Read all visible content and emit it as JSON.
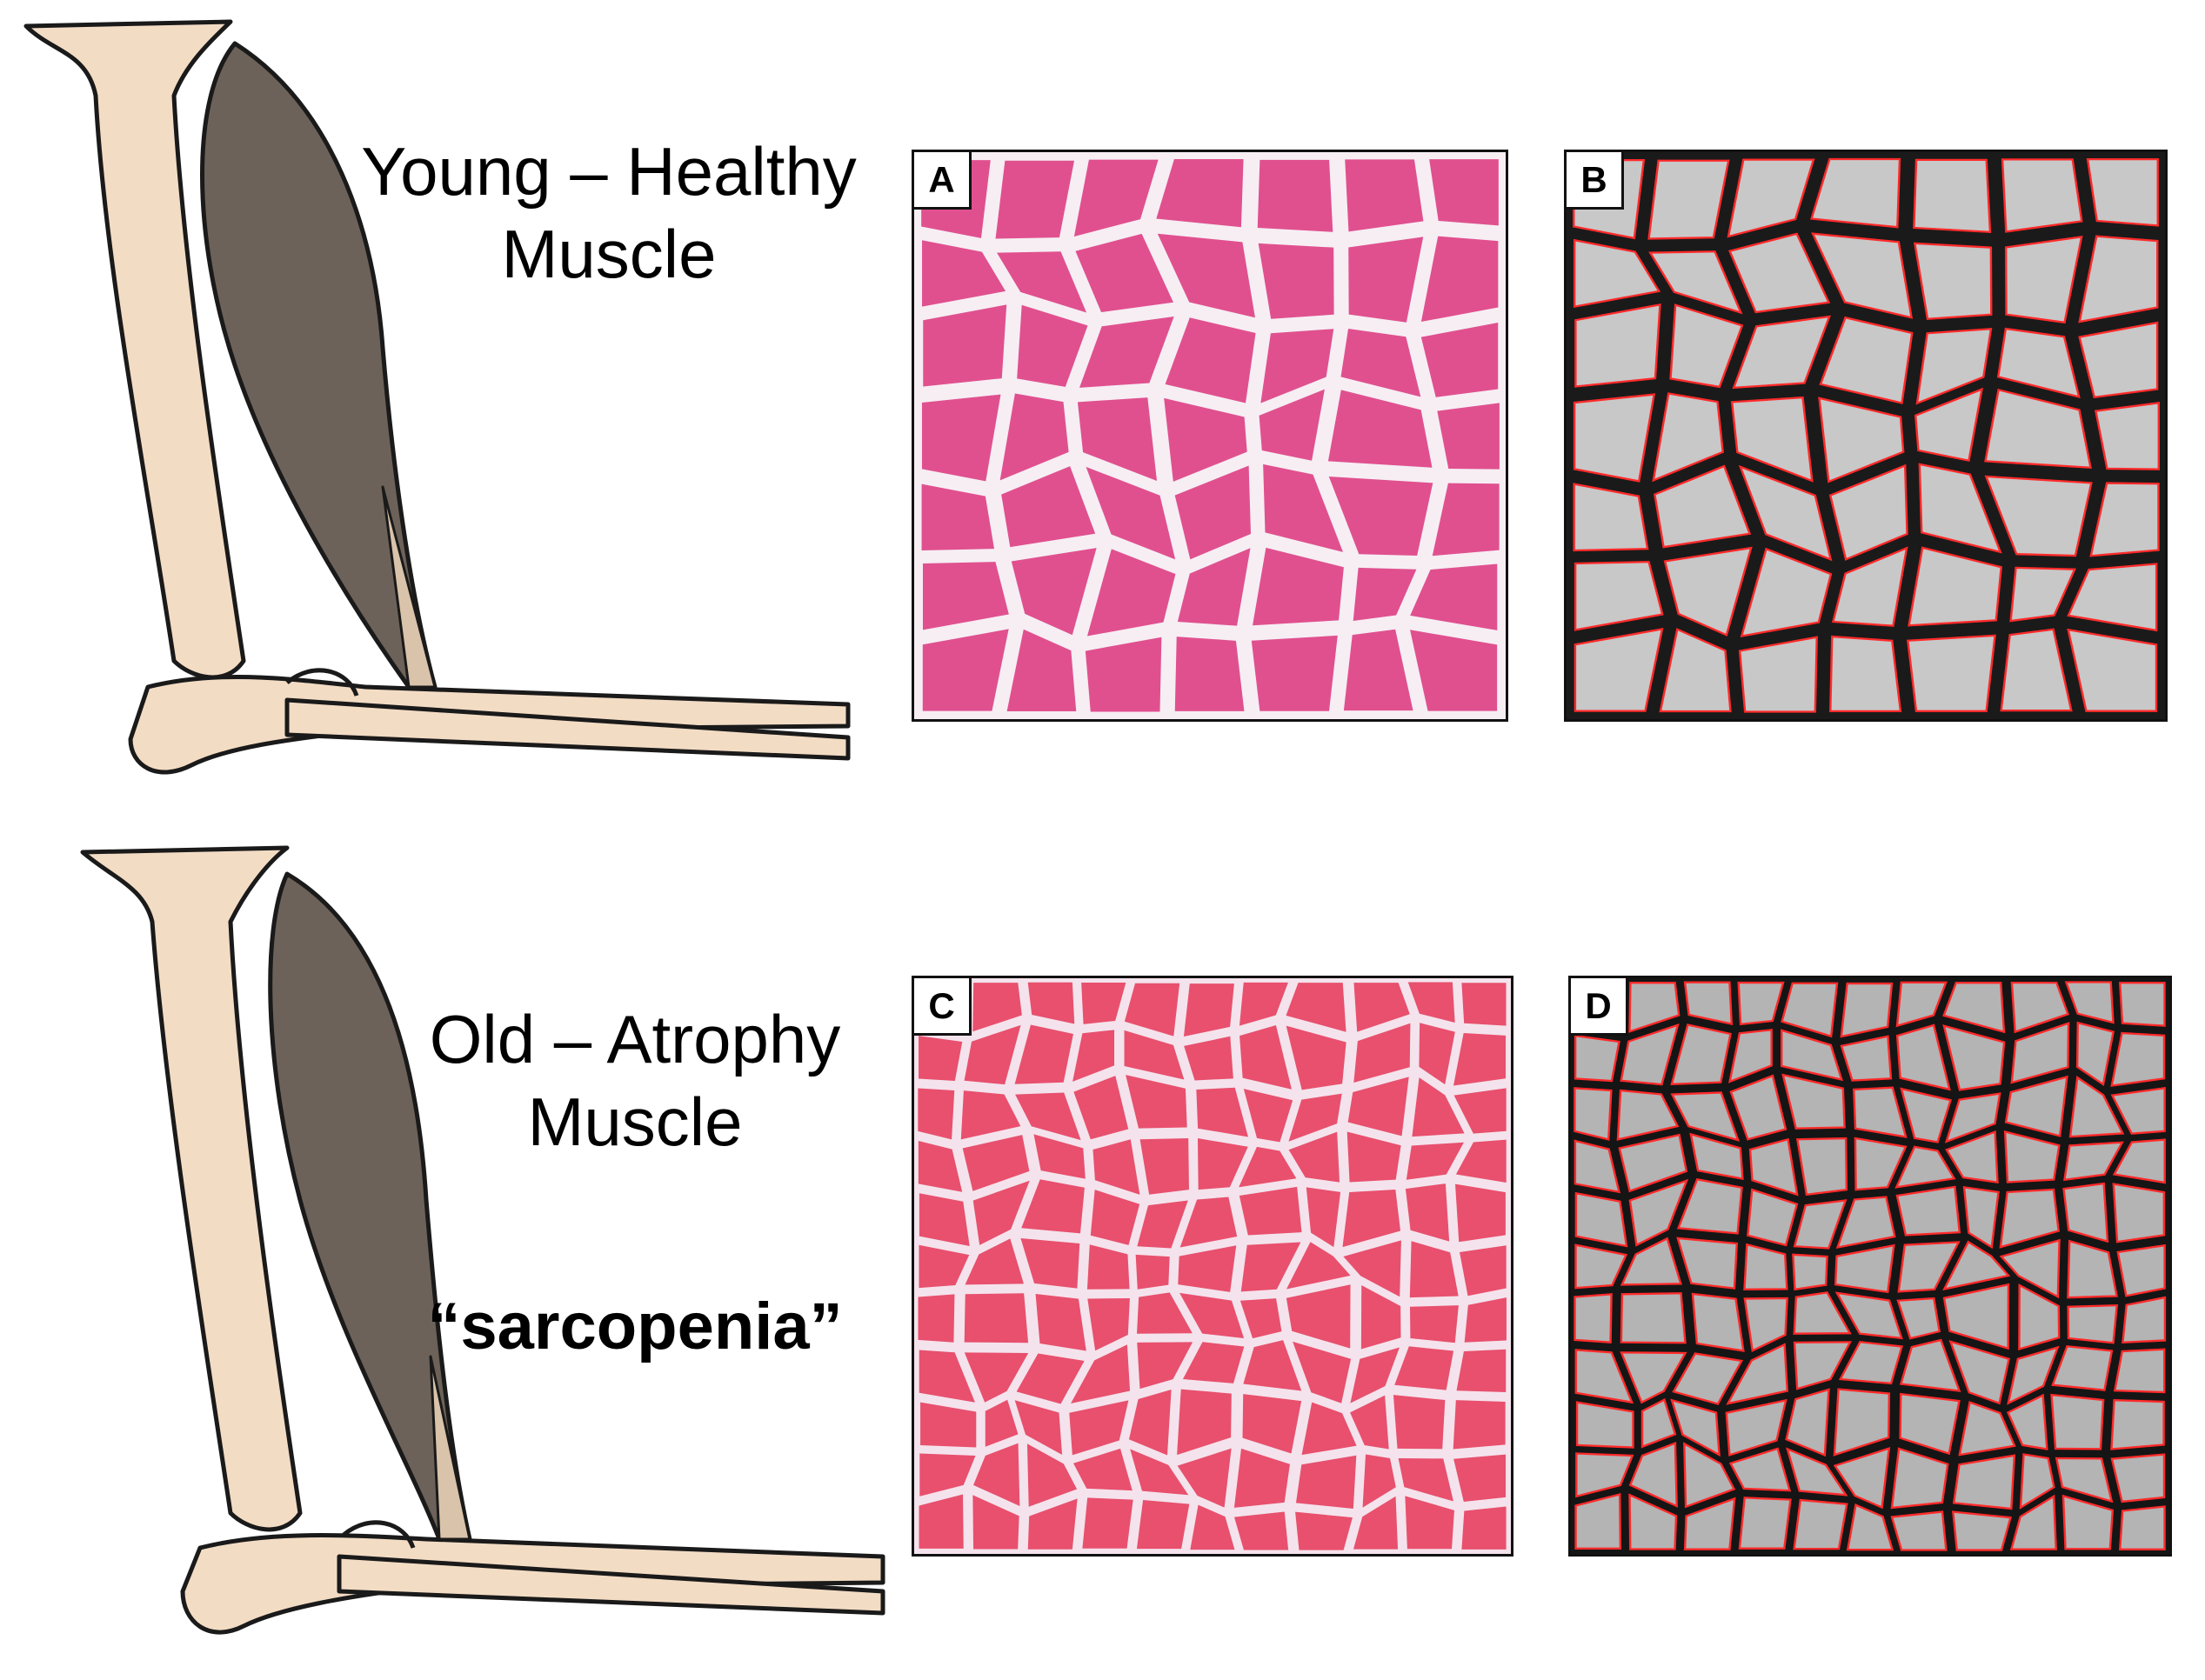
{
  "captions": {
    "young_line1": "Young – Healthy",
    "young_line2": "Muscle",
    "old_line1": "Old – Atrophy",
    "old_line2": "Muscle",
    "sarcopenia": "“sarcopenia”"
  },
  "panels": [
    {
      "label": "A",
      "stain": "H&E",
      "fiber_color": "#e0508f"
    },
    {
      "label": "B",
      "stain": "segmented grayscale",
      "fiber_color": "#c8c8c8"
    },
    {
      "label": "C",
      "stain": "H&E",
      "fiber_color": "#e8506e"
    },
    {
      "label": "D",
      "stain": "segmented grayscale",
      "fiber_color": "#b4b4b4"
    }
  ],
  "colors": {
    "bone": "#f3dcc4",
    "muscle": "#6d6259",
    "outline": "#1a1a1a",
    "boundary": "#ff2a2a"
  }
}
